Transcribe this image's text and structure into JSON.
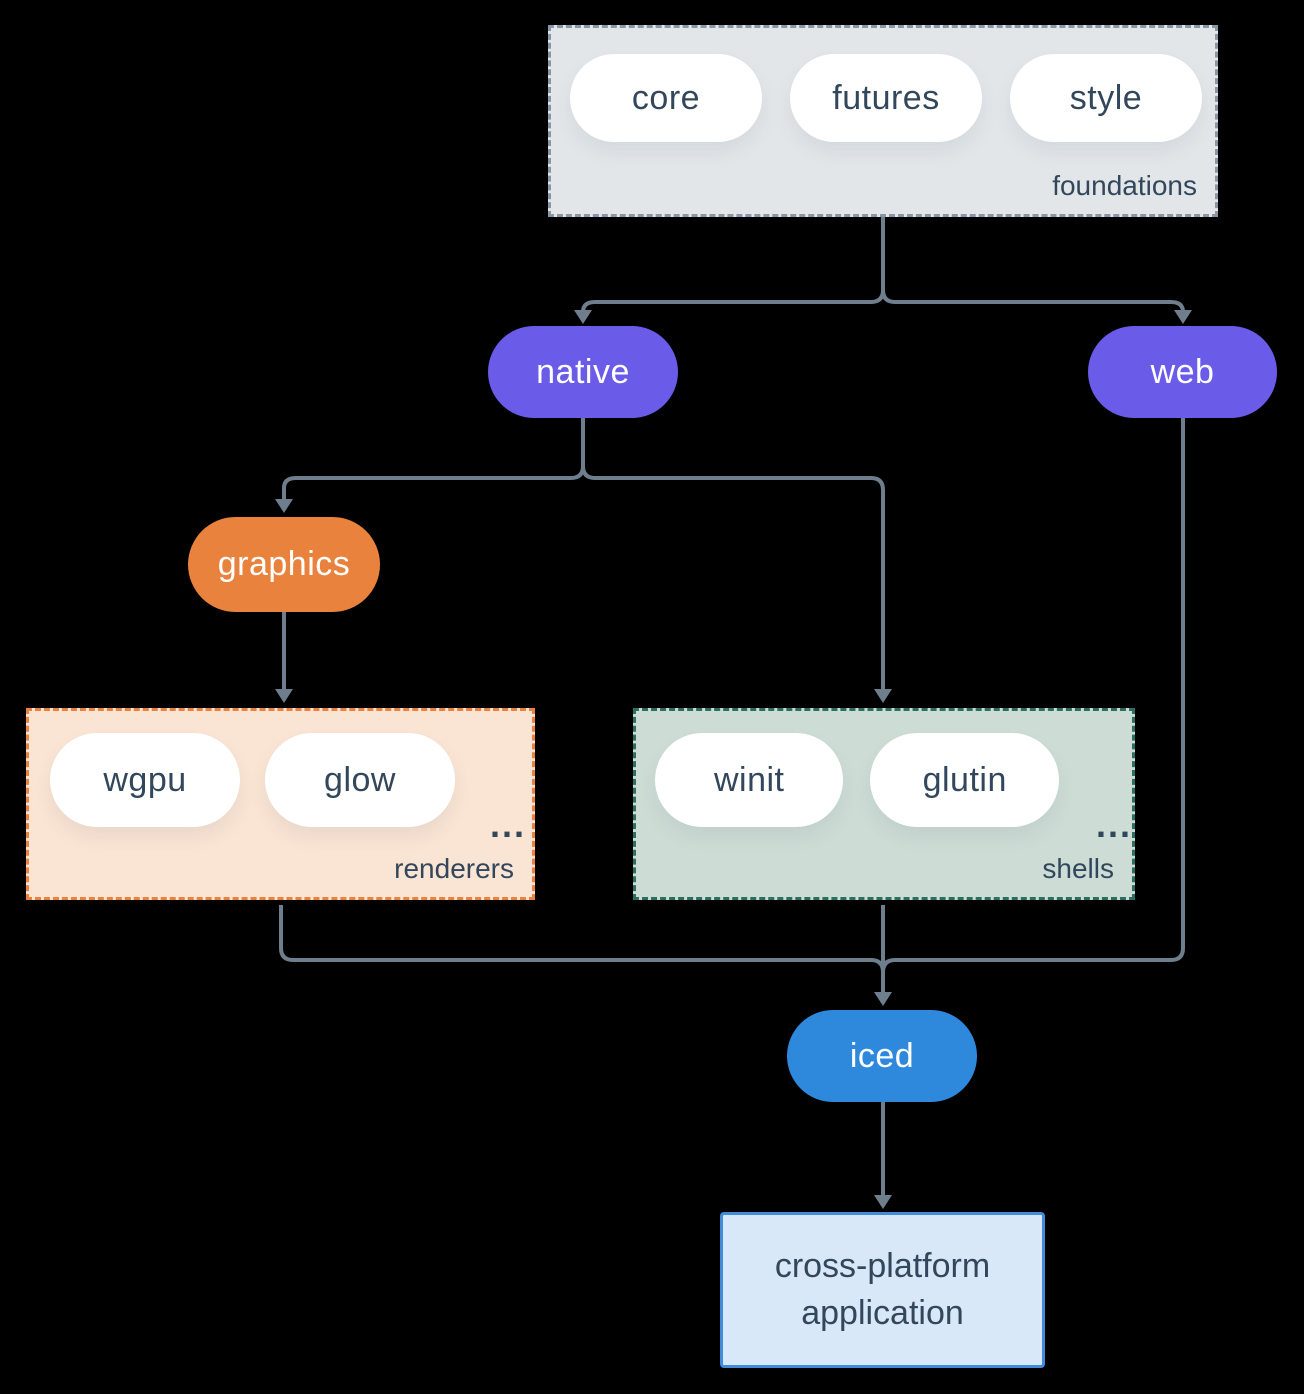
{
  "colors": {
    "background": "#000000",
    "line": "#6f7e8d",
    "node-text": "#33475c",
    "white": "#ffffff",
    "purple": "#6a5ce8",
    "orange": "#e8823d",
    "blue": "#2e89dd",
    "foundations-fill": "#e2e6e9",
    "foundations-border": "#8896a6",
    "renderers-fill": "#fae4d3",
    "renderers-border": "#e8823d",
    "shells-fill": "#cddcd5",
    "shells-border": "#2c6e60",
    "app-fill": "#d9e8f8",
    "app-border": "#428bd8"
  },
  "groups": {
    "foundations": {
      "label": "foundations",
      "items": [
        "core",
        "futures",
        "style"
      ]
    },
    "renderers": {
      "label": "renderers",
      "items": [
        "wgpu",
        "glow"
      ],
      "ellipsis": "..."
    },
    "shells": {
      "label": "shells",
      "items": [
        "winit",
        "glutin"
      ],
      "ellipsis": "..."
    }
  },
  "nodes": {
    "native": "native",
    "web": "web",
    "graphics": "graphics",
    "iced": "iced",
    "application": "cross-platform application"
  }
}
